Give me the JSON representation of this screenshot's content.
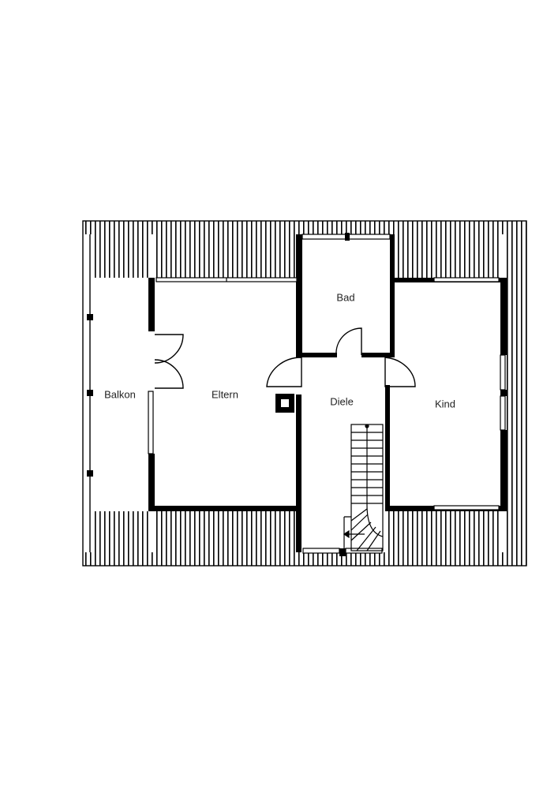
{
  "rooms": {
    "balkon": "Balkon",
    "eltern": "Eltern",
    "bad": "Bad",
    "diele": "Diele",
    "kind": "Kind"
  },
  "colors": {
    "wall": "#000000",
    "background": "#ffffff",
    "hatch": "#000000"
  }
}
